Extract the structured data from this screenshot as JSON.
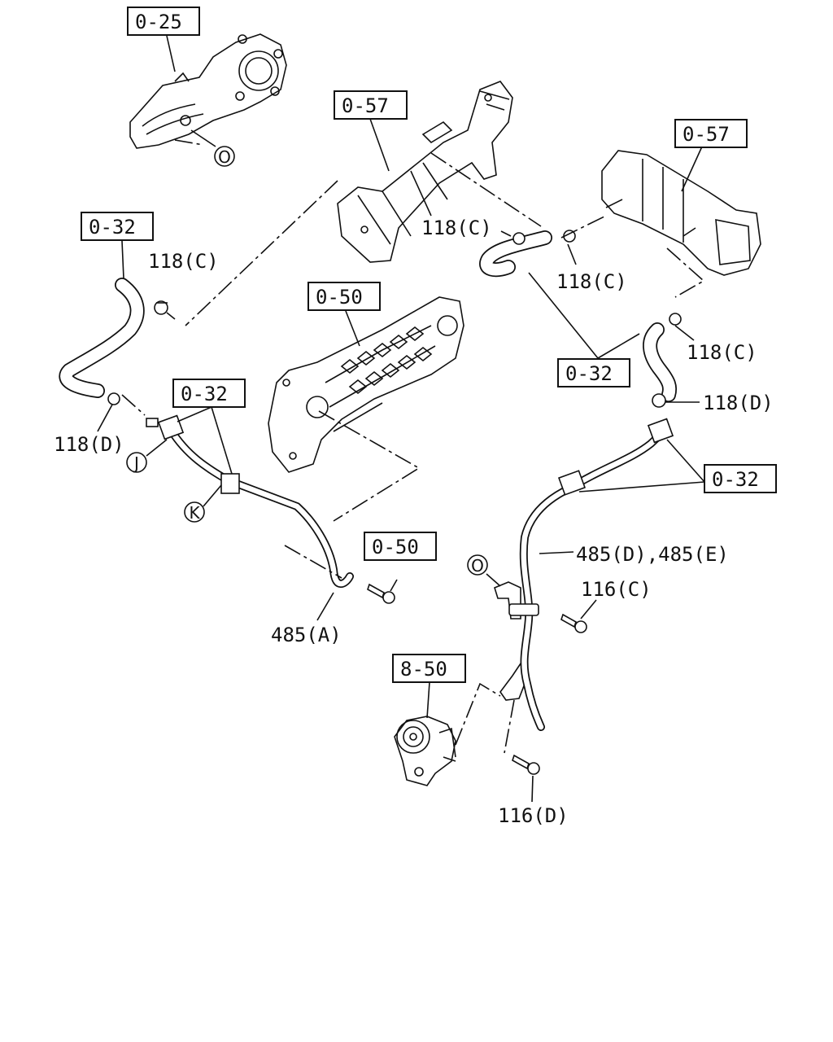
{
  "ref_boxes": {
    "r025": "0-25",
    "r057a": "0-57",
    "r057b": "0-57",
    "r032a": "0-32",
    "r050a": "0-50",
    "r032b": "0-32",
    "r032c": "0-32",
    "r032d": "0-32",
    "r050b": "0-50",
    "r850": "8-50"
  },
  "part_labels": {
    "p118c_1": "118(C)",
    "p118c_2": "118(C)",
    "p118c_3": "118(C)",
    "p118c_4": "118(C)",
    "p118d_1": "118(D)",
    "p118d_2": "118(D)",
    "p485a": "485(A)",
    "p485de": "485(D),485(E)",
    "p116c": "116(C)",
    "p116d": "116(D)"
  },
  "circle_markers": {
    "o1": "O",
    "o2": "O",
    "j": "J",
    "k": "K"
  }
}
